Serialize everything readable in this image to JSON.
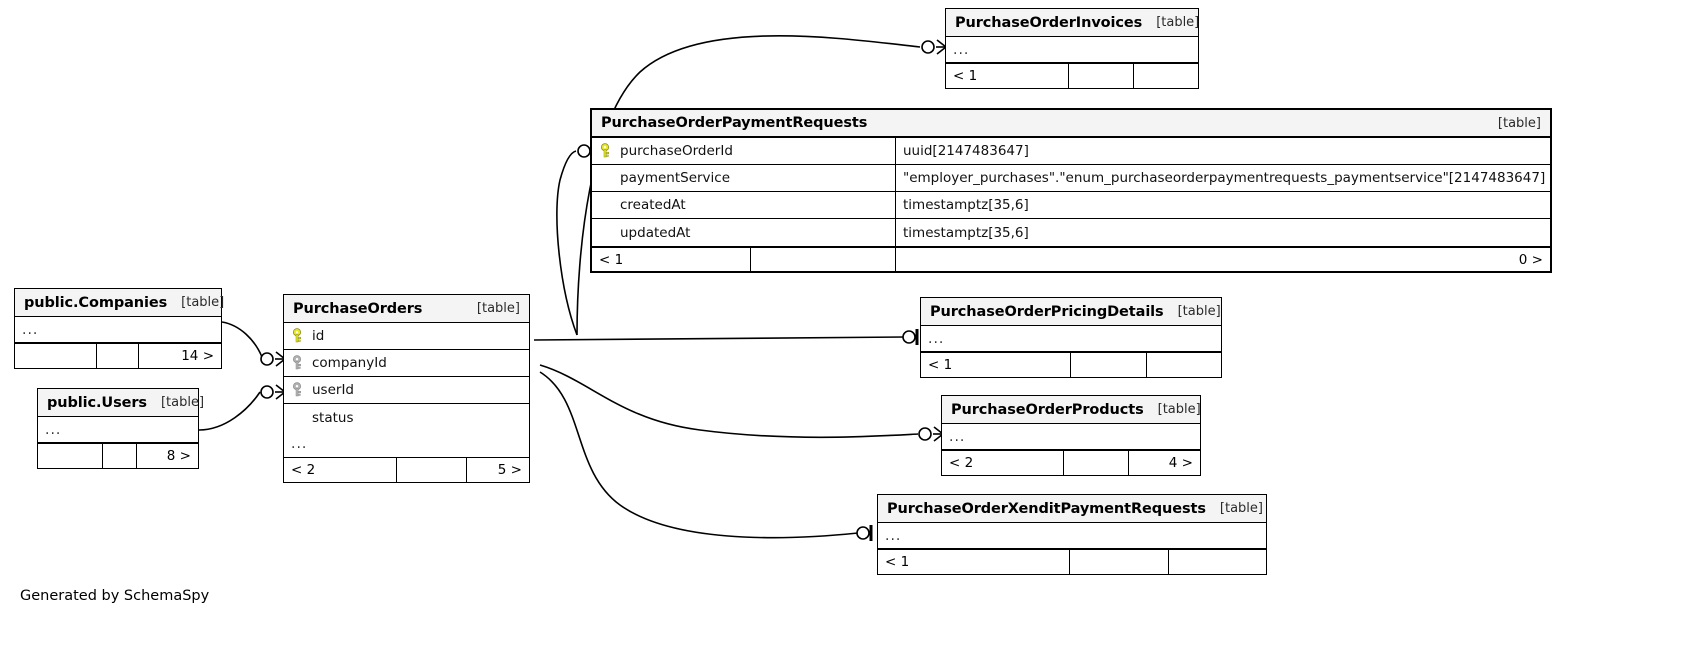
{
  "diagram": {
    "kind": "database-schema-relationship-diagram",
    "generator_credit": "Generated by SchemaSpy",
    "table_kind_label": "[table]",
    "ellipsis": "..."
  },
  "tables": {
    "purchase_order_invoices": {
      "name": "PurchaseOrderInvoices",
      "kind": "[table]",
      "body_ellipsis": "...",
      "footer": [
        "< 1",
        "",
        ""
      ]
    },
    "purchase_order_payment_requests": {
      "name": "PurchaseOrderPaymentRequests",
      "kind": "[table]",
      "columns": [
        {
          "key": "primary",
          "name": "purchaseOrderId",
          "type": "uuid[2147483647]"
        },
        {
          "key": "none",
          "name": "paymentService",
          "type": "\"employer_purchases\".\"enum_purchaseorderpaymentrequests_paymentservice\"[2147483647]"
        },
        {
          "key": "none",
          "name": "createdAt",
          "type": "timestamptz[35,6]"
        },
        {
          "key": "none",
          "name": "updatedAt",
          "type": "timestamptz[35,6]"
        }
      ],
      "footer": [
        "< 1",
        "",
        "0 >"
      ]
    },
    "public_companies": {
      "name": "public.Companies",
      "kind": "[table]",
      "body_ellipsis": "...",
      "footer": [
        "",
        "",
        "14 >"
      ]
    },
    "public_users": {
      "name": "public.Users",
      "kind": "[table]",
      "body_ellipsis": "...",
      "footer": [
        "",
        "",
        "8 >"
      ]
    },
    "purchase_orders": {
      "name": "PurchaseOrders",
      "kind": "[table]",
      "columns": [
        {
          "key": "primary",
          "name": "id"
        },
        {
          "key": "foreign",
          "name": "companyId"
        },
        {
          "key": "foreign",
          "name": "userId"
        },
        {
          "key": "none",
          "name": "status"
        }
      ],
      "body_ellipsis": "...",
      "footer": [
        "< 2",
        "",
        "5 >"
      ]
    },
    "purchase_order_pricing_details": {
      "name": "PurchaseOrderPricingDetails",
      "kind": "[table]",
      "body_ellipsis": "...",
      "footer": [
        "< 1",
        "",
        ""
      ]
    },
    "purchase_order_products": {
      "name": "PurchaseOrderProducts",
      "kind": "[table]",
      "body_ellipsis": "...",
      "footer": [
        "< 2",
        "",
        "4 >"
      ]
    },
    "purchase_order_xendit_payment_requests": {
      "name": "PurchaseOrderXenditPaymentRequests",
      "kind": "[table]",
      "body_ellipsis": "...",
      "footer": [
        "< 1",
        "",
        ""
      ]
    }
  },
  "relationships": [
    {
      "from": "purchase_orders",
      "to": "purchase_order_invoices",
      "end": "crowsfoot-optional"
    },
    {
      "from": "purchase_orders",
      "to": "purchase_order_payment_requests",
      "end": "one-optional"
    },
    {
      "from": "public_companies",
      "to": "purchase_orders",
      "end": "crowsfoot-optional"
    },
    {
      "from": "public_users",
      "to": "purchase_orders",
      "end": "crowsfoot-optional"
    },
    {
      "from": "purchase_orders",
      "to": "purchase_order_pricing_details",
      "end": "one-optional"
    },
    {
      "from": "purchase_orders",
      "to": "purchase_order_products",
      "end": "crowsfoot-optional"
    },
    {
      "from": "purchase_orders",
      "to": "purchase_order_xendit_payment_requests",
      "end": "one-optional"
    }
  ],
  "colors": {
    "primary_key": "#e8e827",
    "foreign_key": "#b3b3b3",
    "title_bg": "#f4f4f4",
    "border": "#000000",
    "background": "#ffffff"
  }
}
